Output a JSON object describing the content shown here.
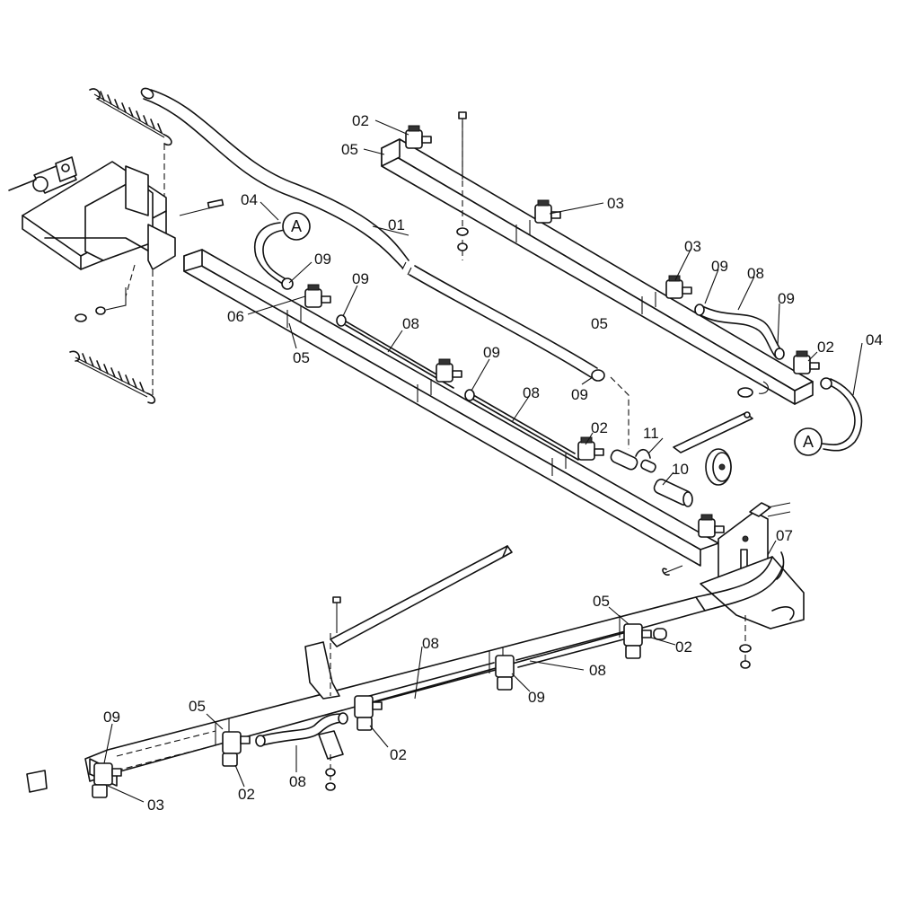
{
  "parts": [
    {
      "id": "l01",
      "text": "01"
    },
    {
      "id": "l02a",
      "text": "02"
    },
    {
      "id": "l05a",
      "text": "05"
    },
    {
      "id": "l03a",
      "text": "03"
    },
    {
      "id": "l04a",
      "text": "04"
    },
    {
      "id": "l09a",
      "text": "09"
    },
    {
      "id": "l06",
      "text": "06"
    },
    {
      "id": "l05b",
      "text": "05"
    },
    {
      "id": "l09b",
      "text": "09"
    },
    {
      "id": "l08a",
      "text": "08"
    },
    {
      "id": "l09c",
      "text": "09"
    },
    {
      "id": "l08b",
      "text": "08"
    },
    {
      "id": "l09d",
      "text": "09"
    },
    {
      "id": "l03b",
      "text": "03"
    },
    {
      "id": "l09e",
      "text": "09"
    },
    {
      "id": "l08c",
      "text": "08"
    },
    {
      "id": "l09f",
      "text": "09"
    },
    {
      "id": "l02b",
      "text": "02"
    },
    {
      "id": "l04b",
      "text": "04"
    },
    {
      "id": "l05c",
      "text": "05"
    },
    {
      "id": "l02c",
      "text": "02"
    },
    {
      "id": "l11",
      "text": "11"
    },
    {
      "id": "l10",
      "text": "10"
    },
    {
      "id": "l07",
      "text": "07"
    },
    {
      "id": "l05d",
      "text": "05"
    },
    {
      "id": "l02d",
      "text": "02"
    },
    {
      "id": "l08d",
      "text": "08"
    },
    {
      "id": "l08e",
      "text": "08"
    },
    {
      "id": "l09g",
      "text": "09"
    },
    {
      "id": "l05e",
      "text": "05"
    },
    {
      "id": "l02e",
      "text": "02"
    },
    {
      "id": "l09h",
      "text": "09"
    },
    {
      "id": "l02f",
      "text": "02"
    },
    {
      "id": "l08f",
      "text": "08"
    },
    {
      "id": "l03c",
      "text": "03"
    }
  ],
  "callouts": [
    {
      "id": "ca1",
      "text": "A"
    },
    {
      "id": "ca2",
      "text": "A"
    }
  ]
}
